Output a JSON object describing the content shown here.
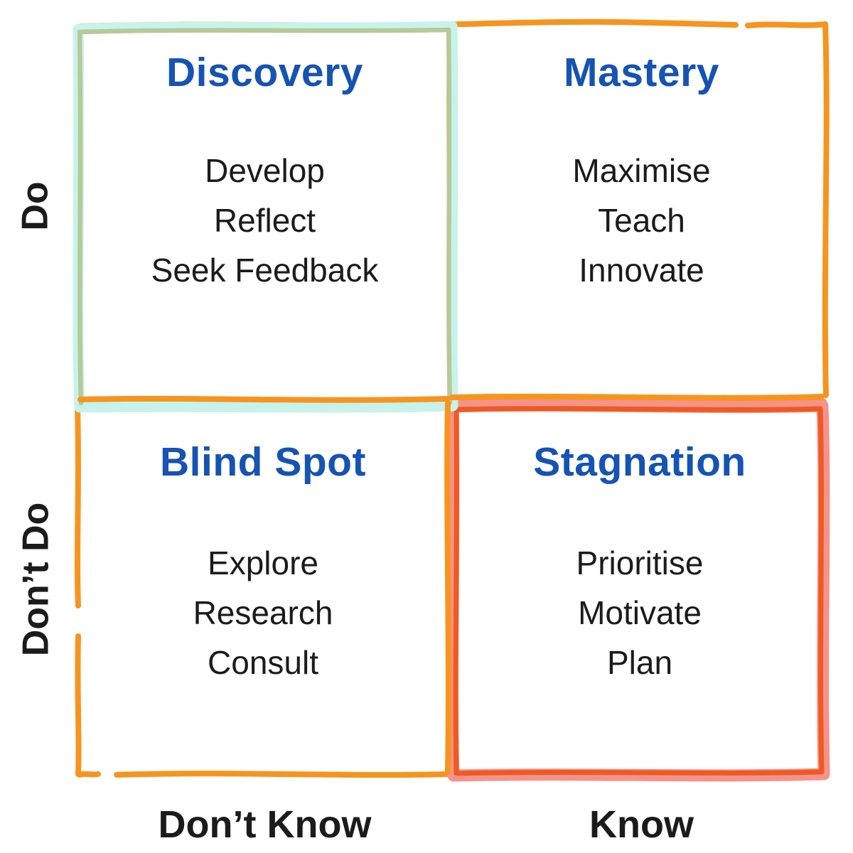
{
  "colors": {
    "blue": "#1553B4",
    "black": "#1B1B1B",
    "orange": "#F7941E",
    "cyan": "#C7F3EC",
    "olive": "#B7C997",
    "salmon": "#F5938B",
    "red": "#EE5A22"
  },
  "quadrants": {
    "discovery": {
      "title": "Discovery",
      "items": [
        "Develop",
        "Reflect",
        "Seek Feedback"
      ]
    },
    "mastery": {
      "title": "Mastery",
      "items": [
        "Maximise",
        "Teach",
        "Innovate"
      ]
    },
    "blind_spot": {
      "title": "Blind Spot",
      "items": [
        "Explore",
        "Research",
        "Consult"
      ]
    },
    "stagnation": {
      "title": "Stagnation",
      "items": [
        "Prioritise",
        "Motivate",
        "Plan"
      ]
    }
  },
  "axes": {
    "y_top": "Do",
    "y_bottom": "Don’t Do",
    "x_left": "Don’t Know",
    "x_right": "Know"
  }
}
